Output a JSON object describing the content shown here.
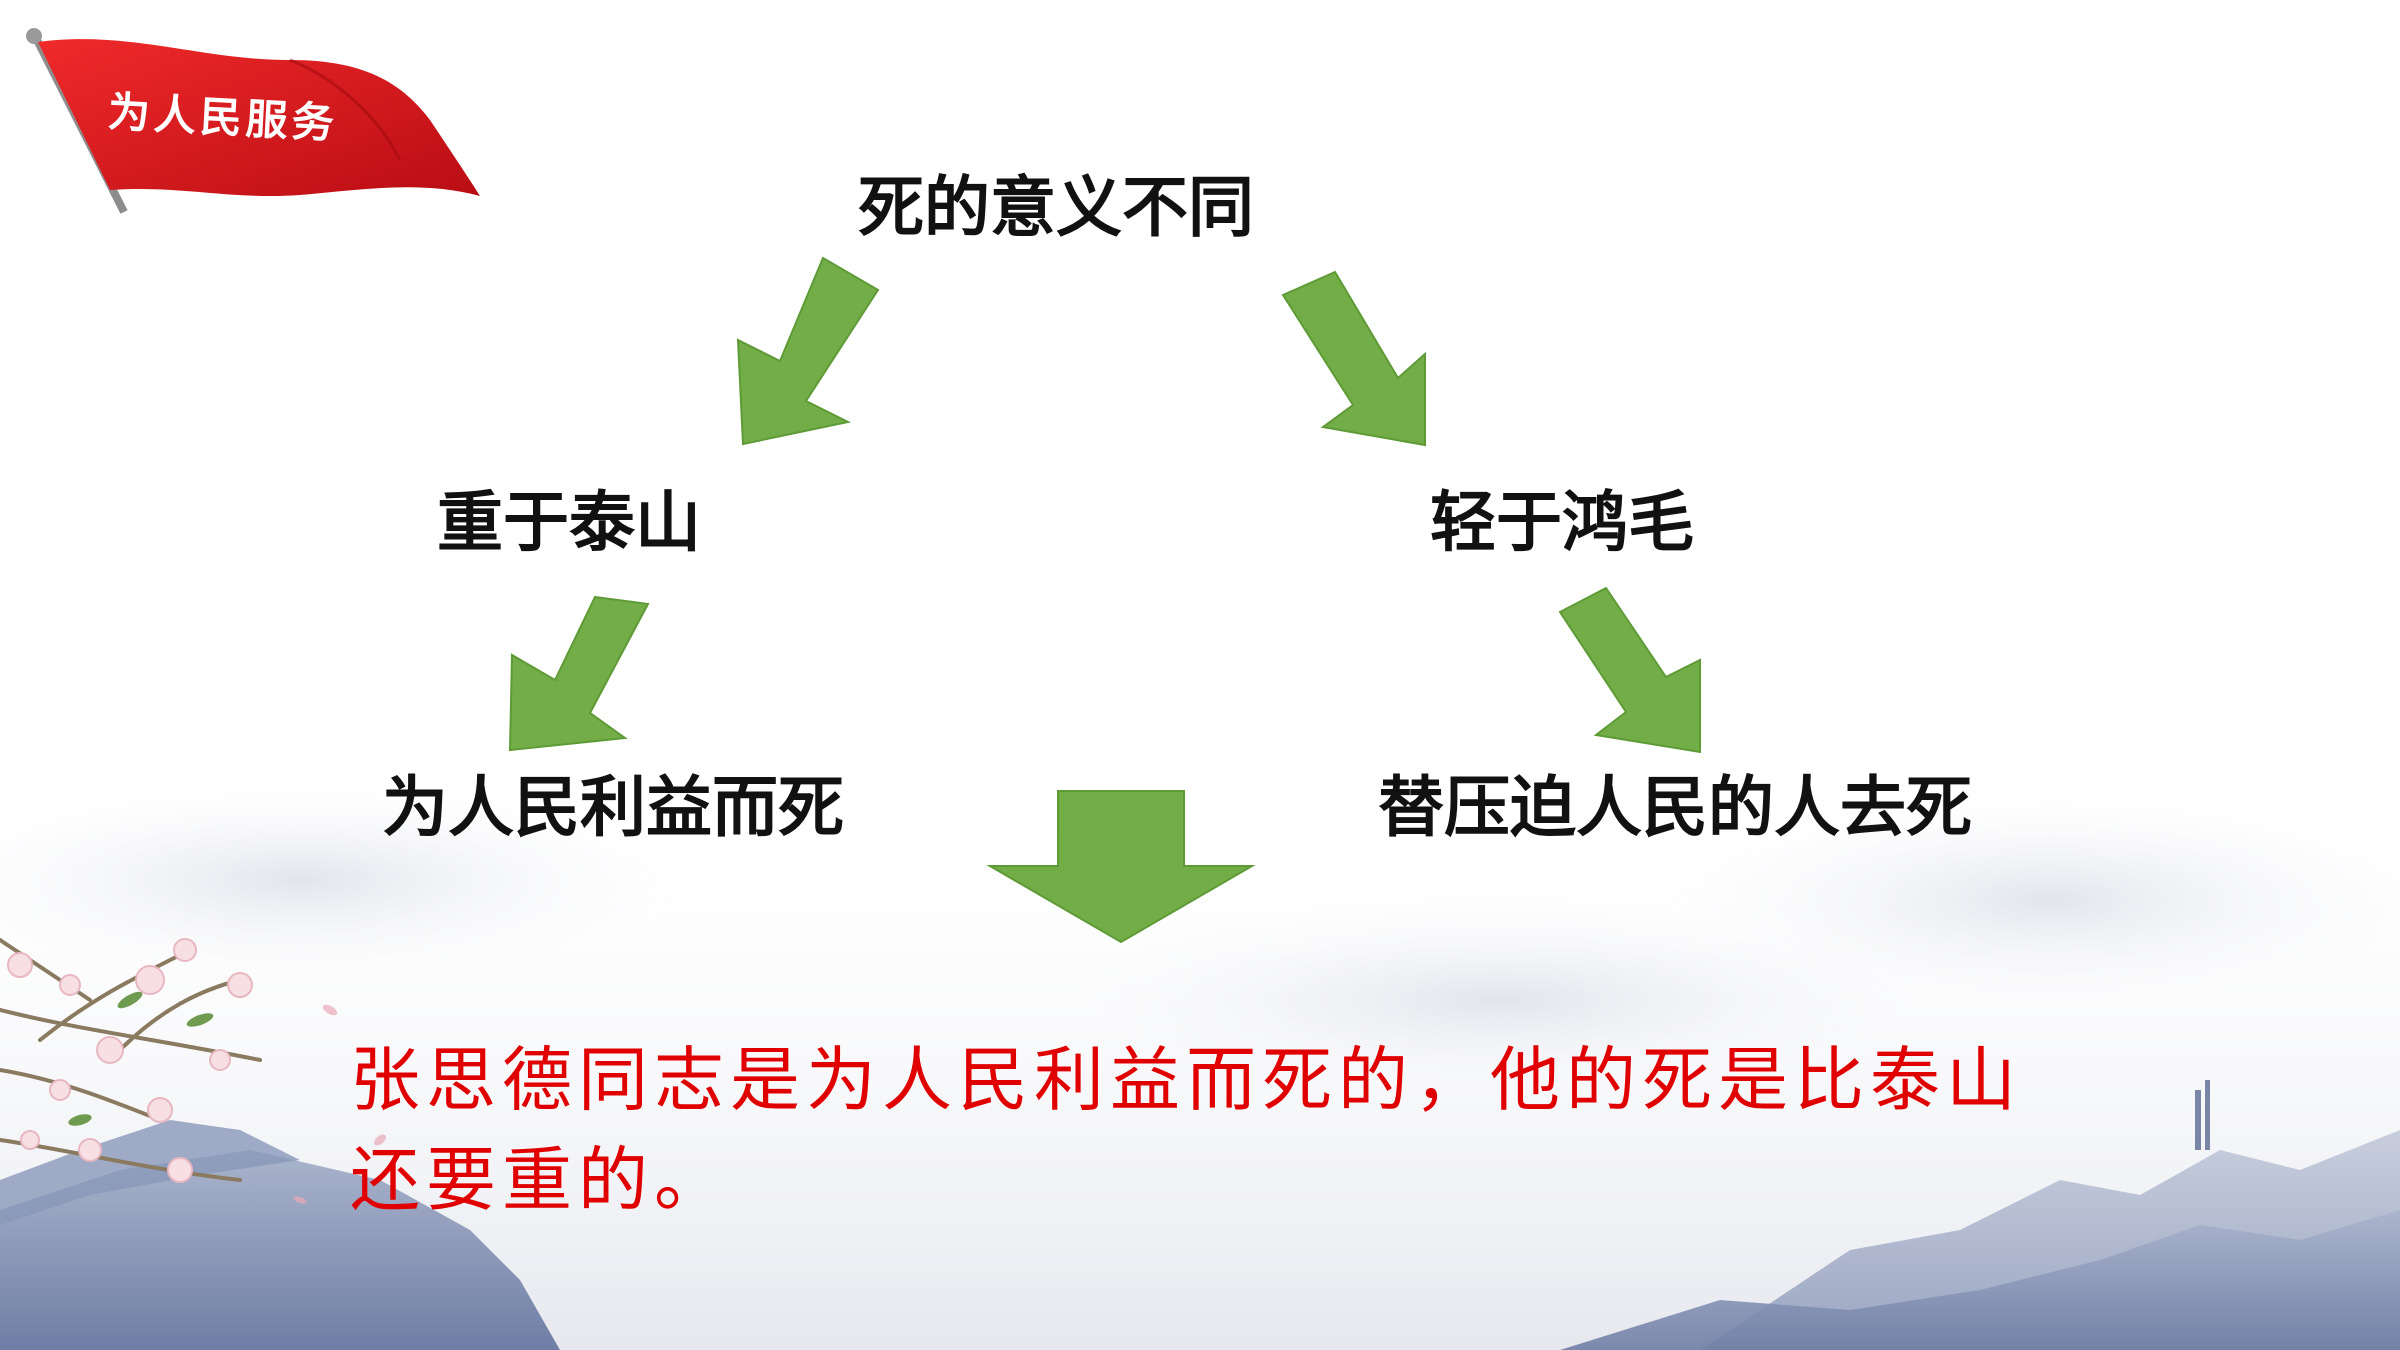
{
  "slide": {
    "badge": "为人民服务",
    "top_node": "死的意义不同",
    "left_node": "重于泰山",
    "right_node": "轻于鸿毛",
    "left_meaning": "为人民利益而死",
    "right_meaning": "替压迫人民的人去死",
    "conclusion": "张思德同志是为人民利益而死的，他的死是比泰山还要重的。"
  },
  "colors": {
    "arrow_green": "#72ad47",
    "badge_red": "#d9121a",
    "conclusion_red": "#e00000",
    "text": "#111111"
  },
  "icons": [
    "flag-icon",
    "blossom-branch-icon",
    "mountain-landscape-icon",
    "down-arrow-icon"
  ]
}
